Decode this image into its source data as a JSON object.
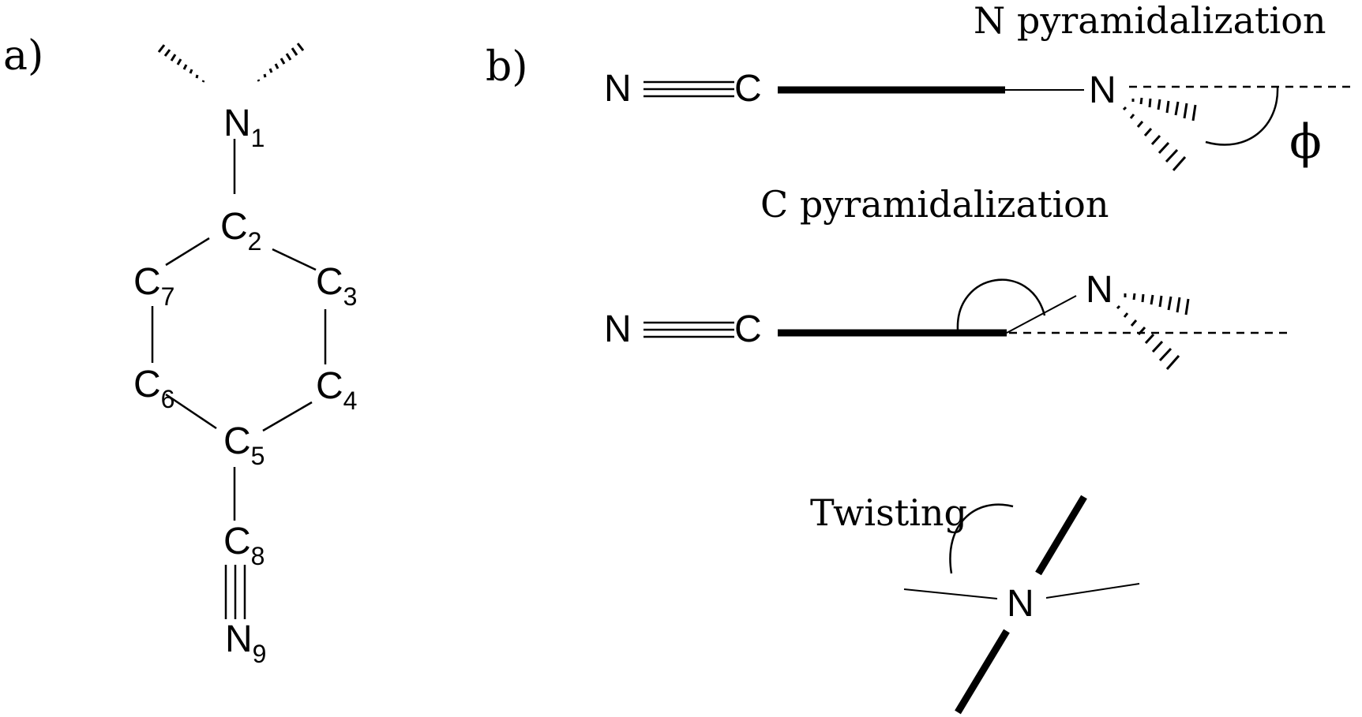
{
  "panel_a": {
    "label": "a)",
    "atoms": {
      "n1": {
        "el": "N",
        "sub": "1"
      },
      "c2": {
        "el": "C",
        "sub": "2"
      },
      "c3": {
        "el": "C",
        "sub": "3"
      },
      "c4": {
        "el": "C",
        "sub": "4"
      },
      "c5": {
        "el": "C",
        "sub": "5"
      },
      "c6": {
        "el": "C",
        "sub": "6"
      },
      "c7": {
        "el": "C",
        "sub": "7"
      },
      "c8": {
        "el": "C",
        "sub": "8"
      },
      "n9": {
        "el": "N",
        "sub": "9"
      }
    }
  },
  "panel_b": {
    "label": "b)",
    "n_pyramidalization": {
      "title": "N pyramidalization",
      "atom_n_left": "N",
      "atom_c": "C",
      "atom_n_right": "N",
      "angle_symbol": "ϕ"
    },
    "c_pyramidalization": {
      "title": "C pyramidalization",
      "atom_n_left": "N",
      "atom_c": "C",
      "atom_n_right": "N"
    },
    "twisting": {
      "title": "Twisting",
      "atom_n": "N"
    }
  }
}
